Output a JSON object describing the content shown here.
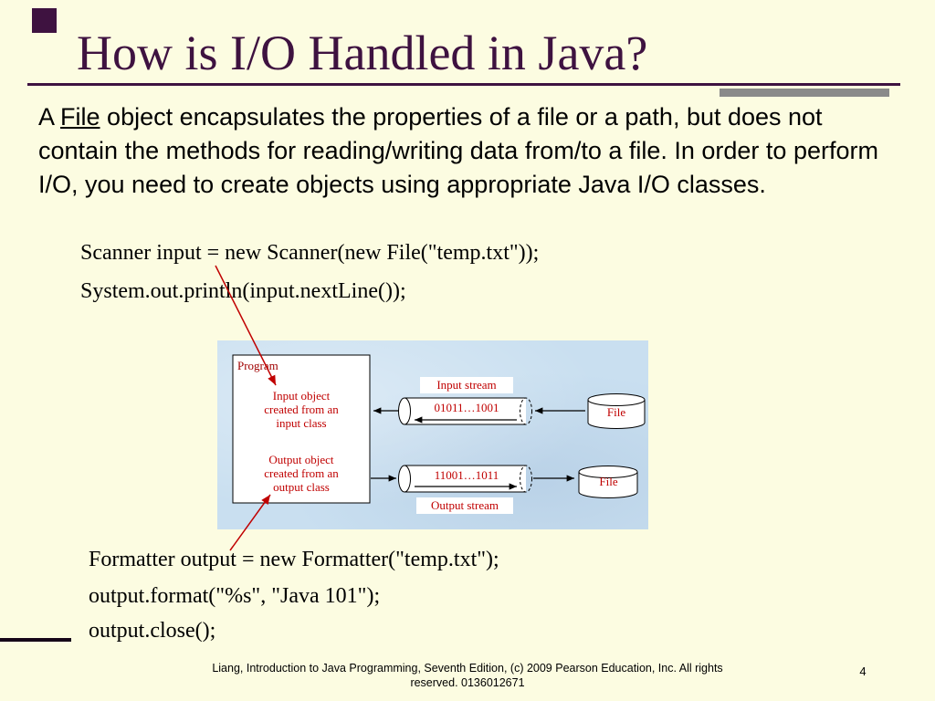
{
  "colors": {
    "background": "#FCFCE1",
    "title_accent": "#3E1240",
    "diagram_background": "#C9DFF0",
    "diagram_text_red": "#C00000",
    "connector_red": "#C00000"
  },
  "title": {
    "text": "How is I/O Handled in Java?"
  },
  "body": {
    "pre": "A ",
    "underlined": "File",
    "post": " object encapsulates the properties of a file or a path, but does not contain the methods for reading/writing data from/to a file. In order to perform I/O, you need to create objects using appropriate Java I/O classes."
  },
  "code_top": {
    "line1": "Scanner input = new Scanner(new File(\"temp.txt\"));",
    "line2": "System.out.println(input.nextLine());"
  },
  "code_bottom": {
    "line1": "Formatter output = new Formatter(\"temp.txt\");",
    "line2": "output.format(\"%s\", \"Java 101\");",
    "line3": "output.close();"
  },
  "diagram": {
    "program_label": "Program",
    "input_object_text": "Input object created from an input class",
    "output_object_text": "Output object created from an output class",
    "input_stream_label": "Input stream",
    "output_stream_label": "Output stream",
    "input_bits": "01011…1001",
    "output_bits": "11001…1011",
    "file_top_label": "File",
    "file_bottom_label": "File"
  },
  "footer": {
    "citation": "Liang, Introduction to Java Programming, Seventh Edition, (c) 2009 Pearson Education, Inc. All rights reserved. 0136012671",
    "page_number": "4"
  }
}
